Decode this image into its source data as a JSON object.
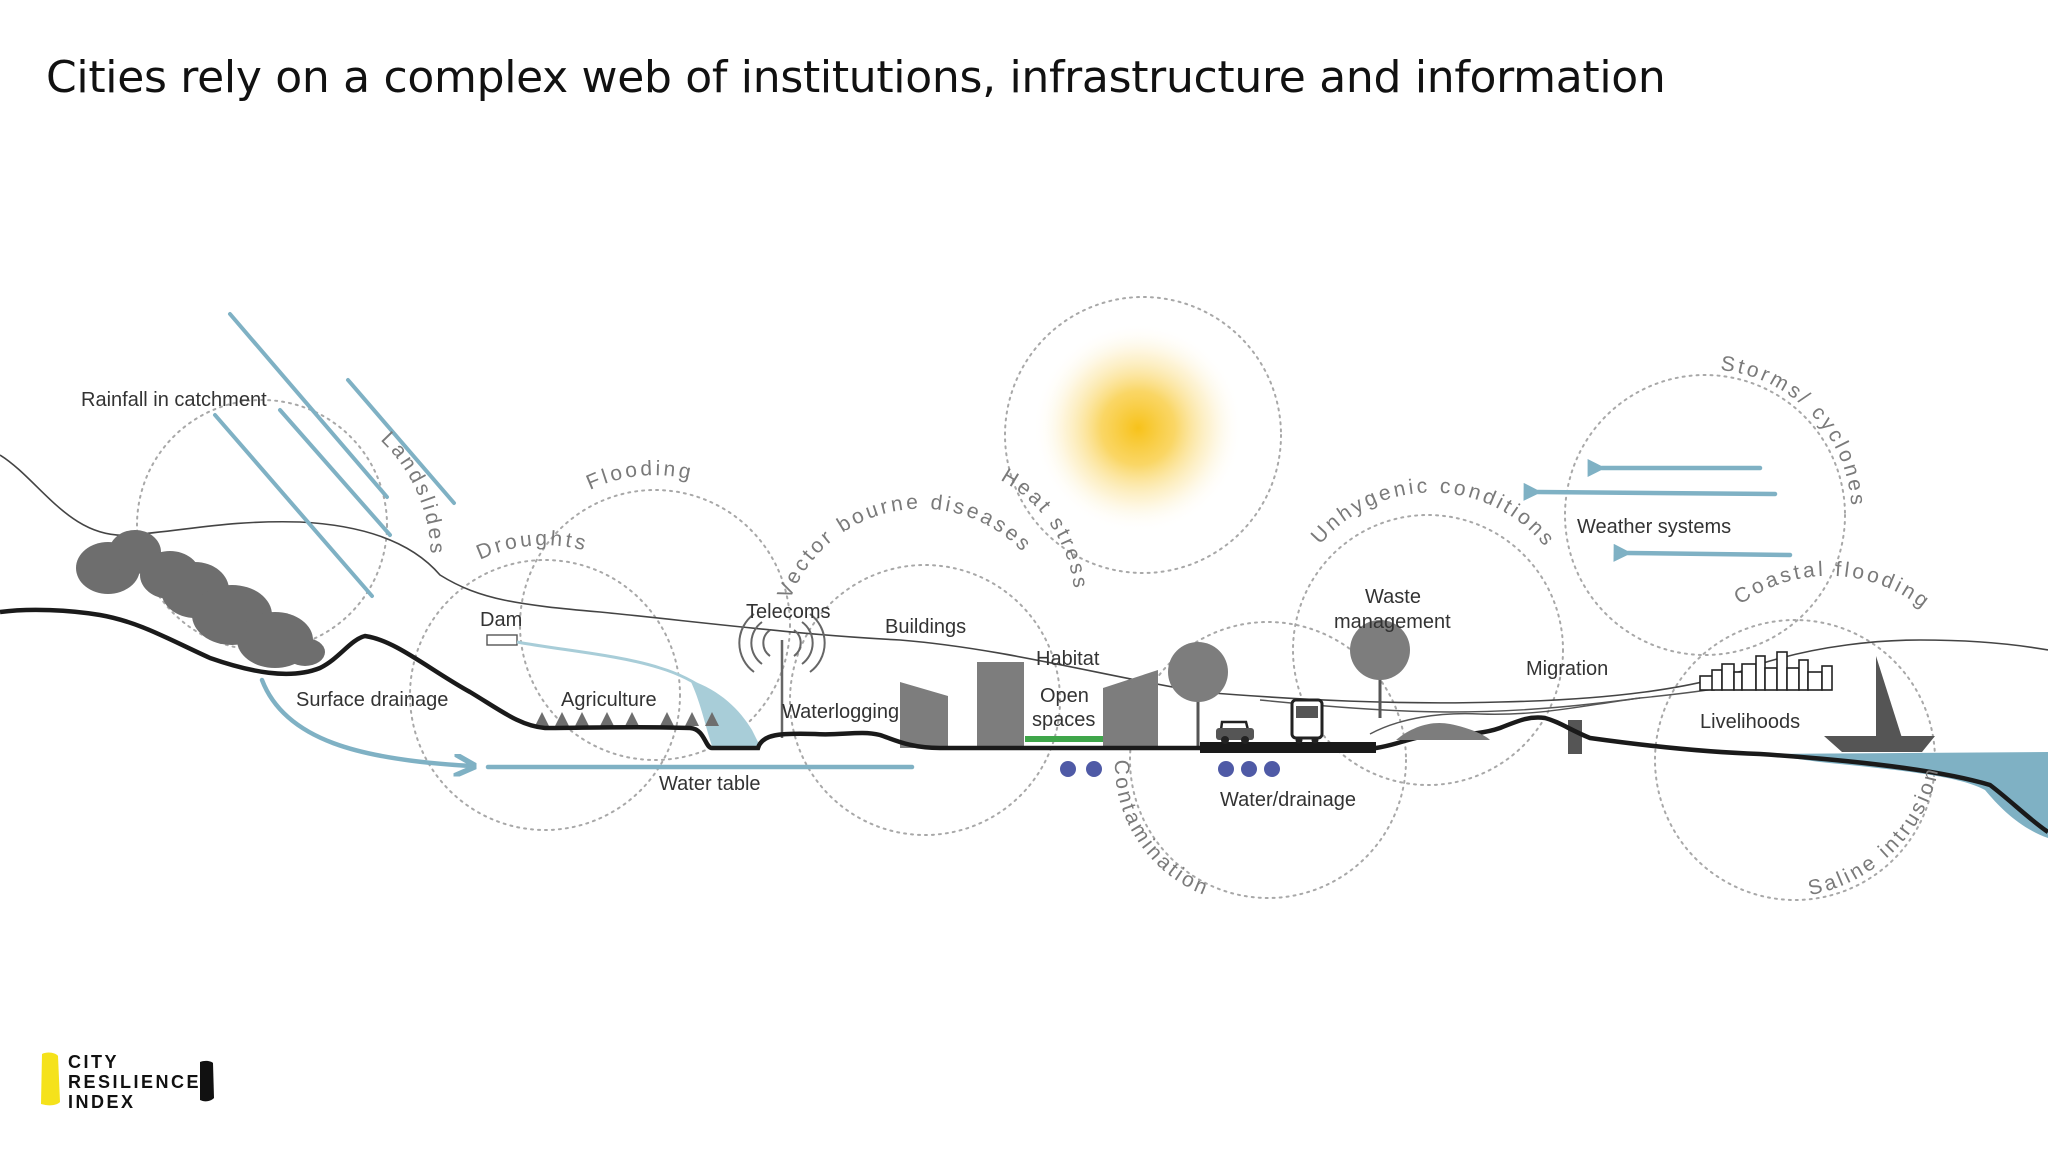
{
  "title": "Cities rely on a complex web of institutions, infrastructure and information",
  "colors": {
    "water_blue": "#7fb1c4",
    "ground": "#1a1a1a",
    "building_gray": "#7d7d7d",
    "sun_yellow": "#f7c21a",
    "dot_blue": "#4f5aa6",
    "open_space_green": "#3fa64a",
    "logo_yellow": "#f5e21b"
  },
  "labels": {
    "rainfall": "Rainfall in catchment",
    "dam": "Dam",
    "surface_drainage": "Surface drainage",
    "agriculture": "Agriculture",
    "water_table": "Water table",
    "telecoms": "Telecoms",
    "waterlogging": "Waterlogging",
    "buildings": "Buildings",
    "habitat": "Habitat",
    "open_spaces_1": "Open",
    "open_spaces_2": "spaces",
    "waste_1": "Waste",
    "waste_2": "management",
    "water_drainage": "Water/drainage",
    "migration": "Migration",
    "weather_systems": "Weather systems",
    "livelihoods": "Livelihoods"
  },
  "hazards": {
    "landslides": "Landslides",
    "flooding": "Flooding",
    "droughts": "Droughts",
    "vector": "Vector bourne diseases",
    "heat": "Heat stress",
    "contamination": "Contamination",
    "unhygenic": "Unhygenic conditions",
    "storms": "Storms/ cyclones",
    "coastal": "Coastal flooding",
    "saline": "Saline intrusion"
  },
  "logo": {
    "line1": "CITY",
    "line2": "RESILIENCE",
    "line3": "INDEX"
  }
}
